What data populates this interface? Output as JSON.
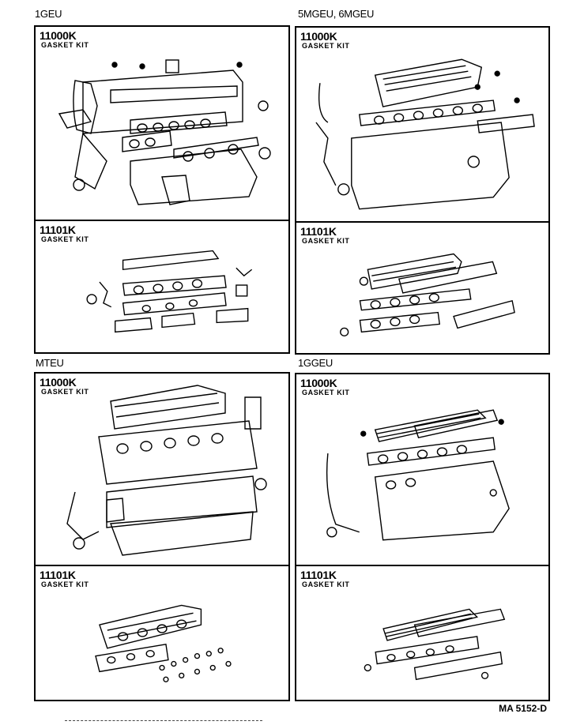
{
  "sections": [
    {
      "engine": "1GEU",
      "kits": [
        {
          "part_no": "11000K",
          "name": "GASKET KIT",
          "drawing": "full-engine-gasket-set"
        },
        {
          "part_no": "11101K",
          "name": "GASKET KIT",
          "drawing": "head-gasket-set"
        }
      ]
    },
    {
      "engine": "5MGEU, 6MGEU",
      "kits": [
        {
          "part_no": "11000K",
          "name": "GASKET KIT",
          "drawing": "full-engine-gasket-set"
        },
        {
          "part_no": "11101K",
          "name": "GASKET KIT",
          "drawing": "head-gasket-set"
        }
      ]
    },
    {
      "engine": "MTEU",
      "kits": [
        {
          "part_no": "11000K",
          "name": "GASKET KIT",
          "drawing": "full-engine-gasket-set"
        },
        {
          "part_no": "11101K",
          "name": "GASKET KIT",
          "drawing": "head-gasket-set"
        }
      ]
    },
    {
      "engine": "1GGEU",
      "kits": [
        {
          "part_no": "11000K",
          "name": "GASKET KIT",
          "drawing": "full-engine-gasket-set"
        },
        {
          "part_no": "11101K",
          "name": "GASKET KIT",
          "drawing": "head-gasket-set"
        }
      ]
    }
  ],
  "footer": {
    "code": "MA 5152-D"
  }
}
